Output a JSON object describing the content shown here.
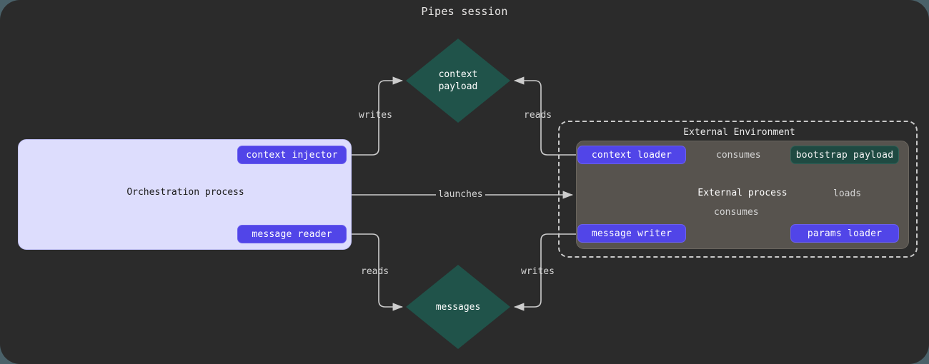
{
  "title": "Pipes session",
  "colors": {
    "page_background": "#4a6169",
    "canvas_background": "#2b2b2b",
    "orchestration_fill": "#ddddfd",
    "node_purple": "#5145e8",
    "node_teal": "#1f4a42",
    "diamond_teal": "#20534a",
    "external_process_fill": "#57534e",
    "edge_stroke": "#cccccc",
    "dashed_border": "#c9c9c9"
  },
  "clusters": {
    "orchestration": {
      "label": "Orchestration process"
    },
    "external_environment": {
      "label": "External Environment"
    },
    "external_process": {
      "label": "External process"
    }
  },
  "nodes": {
    "context_injector": {
      "label": "context injector",
      "shape": "rounded-rect",
      "style": "purple"
    },
    "message_reader": {
      "label": "message reader",
      "shape": "rounded-rect",
      "style": "purple"
    },
    "context_loader": {
      "label": "context loader",
      "shape": "rounded-rect",
      "style": "purple"
    },
    "message_writer": {
      "label": "message writer",
      "shape": "rounded-rect",
      "style": "purple"
    },
    "params_loader": {
      "label": "params loader",
      "shape": "rounded-rect",
      "style": "purple"
    },
    "bootstrap_payload": {
      "label": "bootstrap payload",
      "shape": "rounded-rect",
      "style": "teal"
    },
    "context_payload": {
      "label_line1": "context",
      "label_line2": "payload",
      "shape": "diamond",
      "style": "teal"
    },
    "messages": {
      "label_line1": "messages",
      "label_line2": "",
      "shape": "diamond",
      "style": "teal"
    }
  },
  "edges": {
    "writes_context": {
      "label": "writes",
      "from": "context injector",
      "to": "context payload"
    },
    "reads_context": {
      "label": "reads",
      "from": "context loader",
      "to": "context payload"
    },
    "launches": {
      "label": "launches",
      "from": "Orchestration process",
      "to": "External process"
    },
    "reads_messages": {
      "label": "reads",
      "from": "message reader",
      "to": "messages"
    },
    "writes_messages": {
      "label": "writes",
      "from": "message writer",
      "to": "messages"
    },
    "consumes_top": {
      "label": "consumes",
      "from": "context loader",
      "to": "bootstrap payload"
    },
    "consumes_bottom": {
      "label": "consumes",
      "from": "message writer",
      "to": "bootstrap payload"
    },
    "loads": {
      "label": "loads",
      "from": "params loader",
      "to": "bootstrap payload"
    }
  }
}
